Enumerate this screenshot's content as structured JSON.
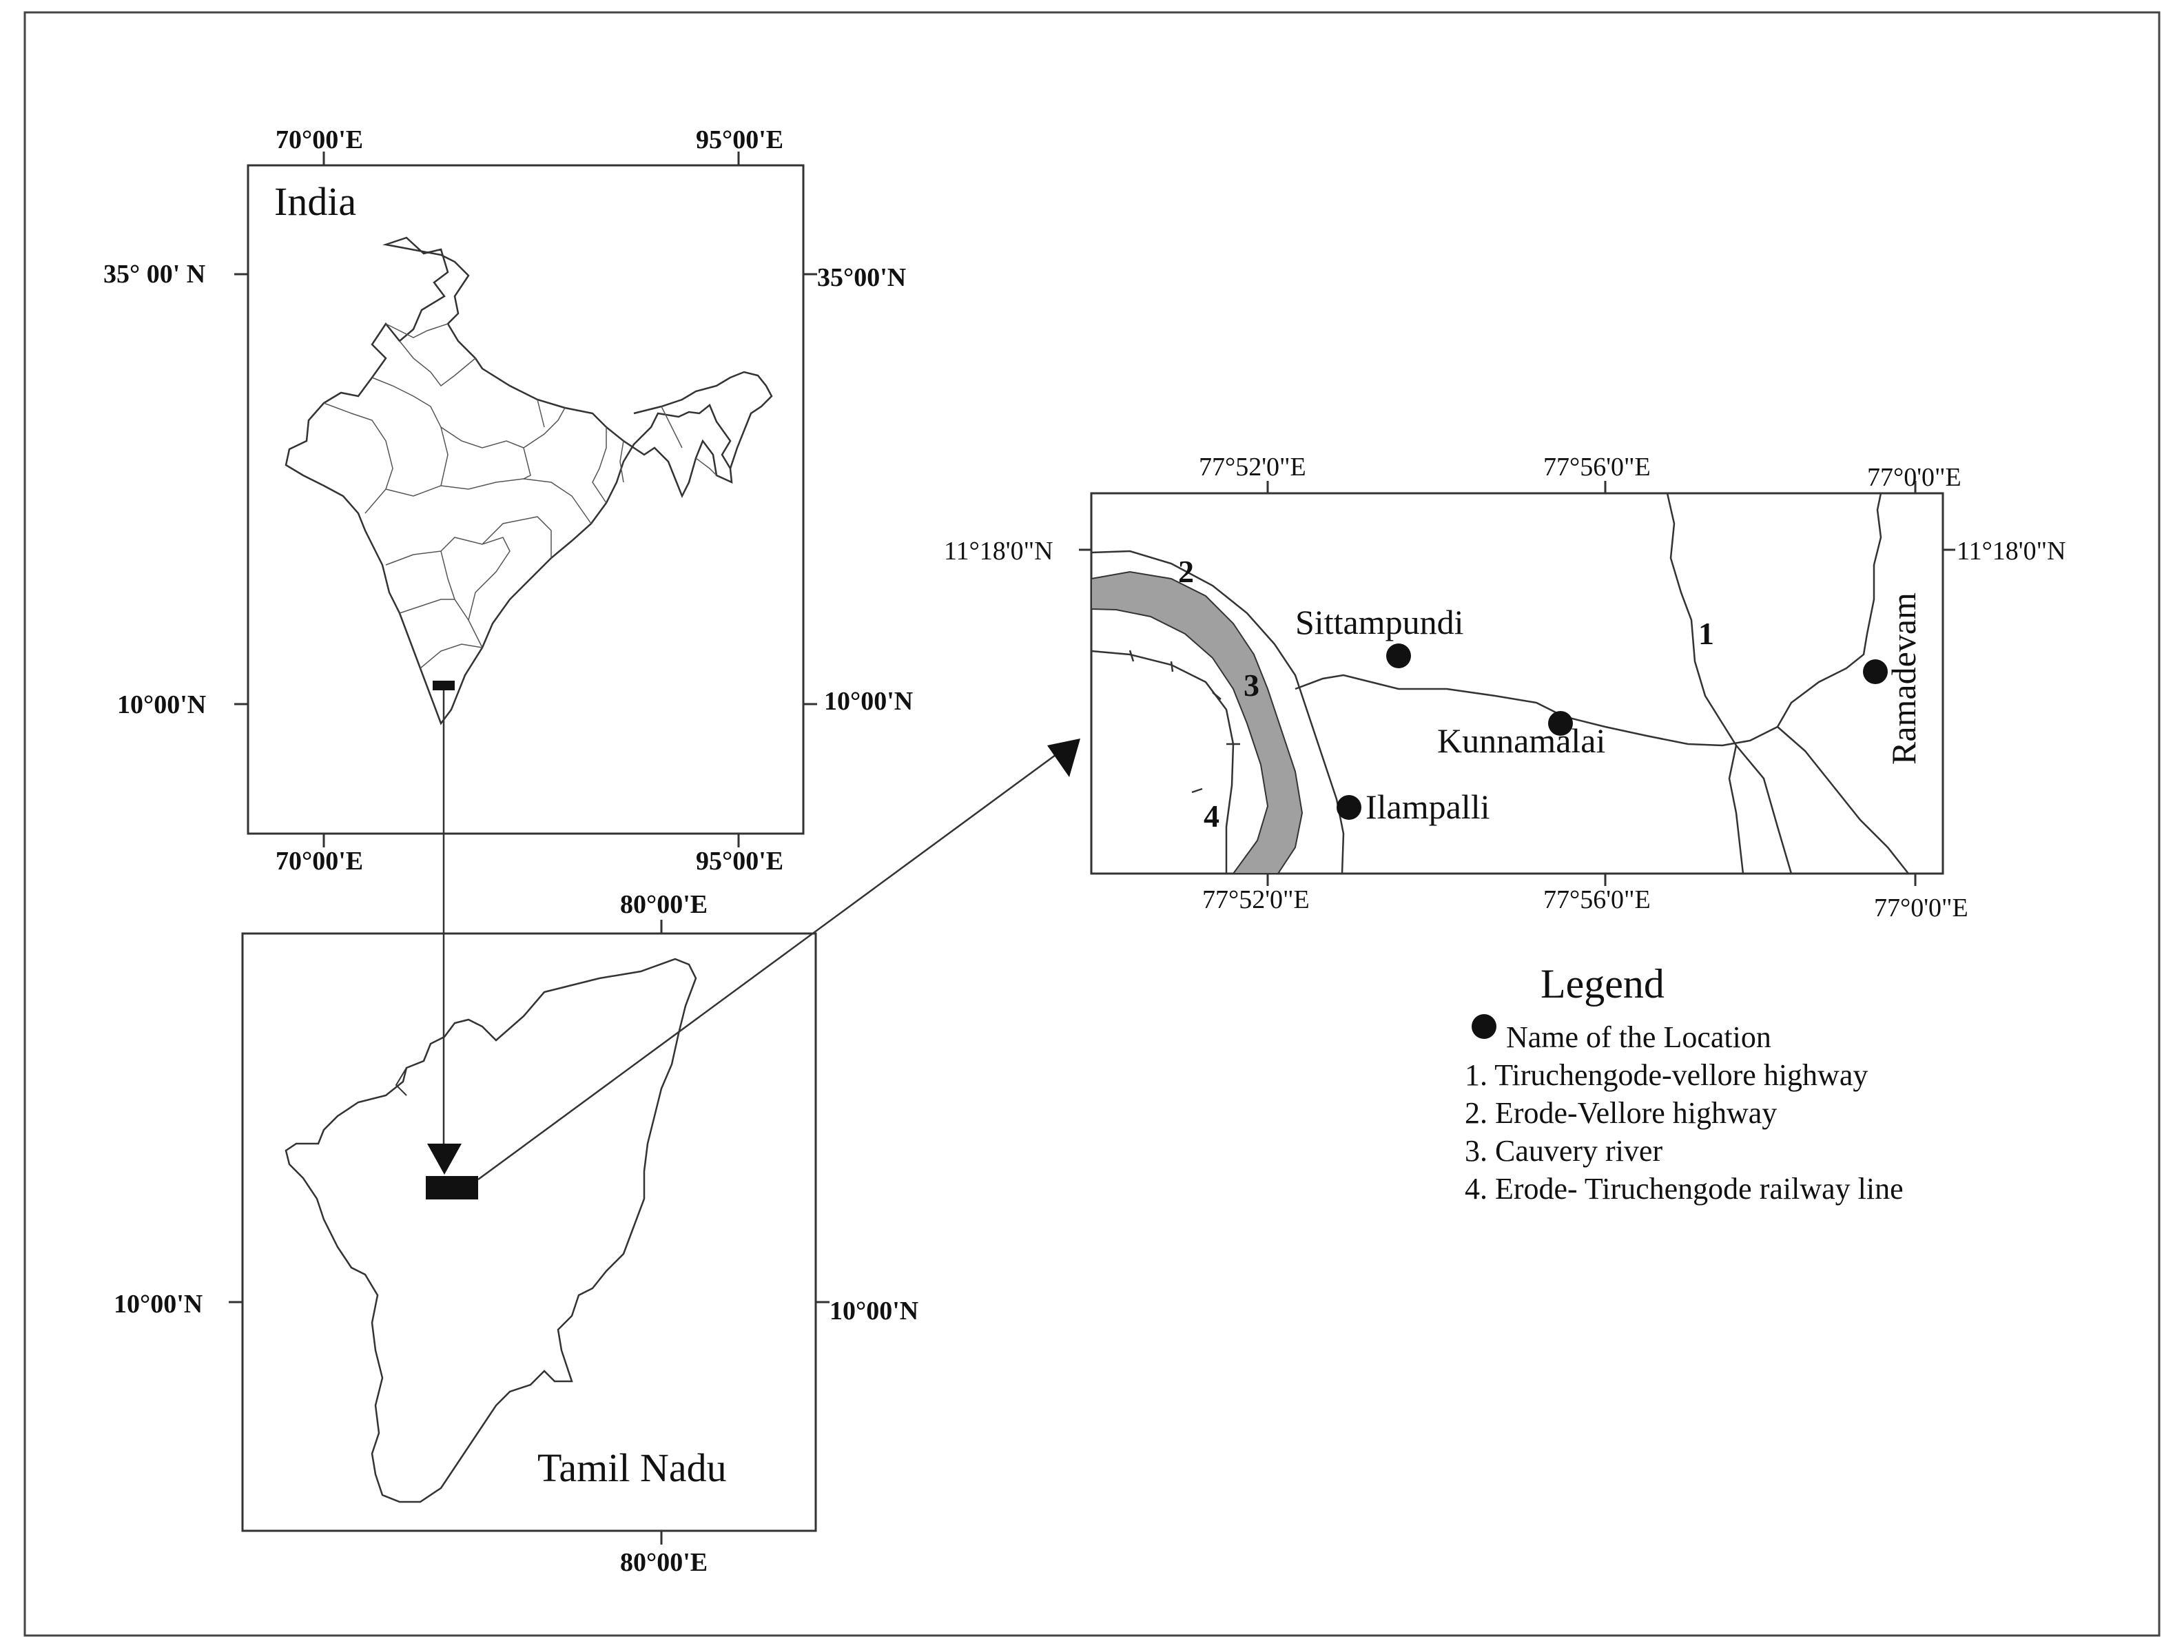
{
  "india_map": {
    "title": "India",
    "top_left_lon": "70°00'E",
    "top_right_lon": "95°00'E",
    "bottom_left_lon": "70°00'E",
    "bottom_right_lon": "95°00'E",
    "left_top_lat": "35° 00' N",
    "right_top_lat": "35°00'N",
    "left_bottom_lat": "10°00'N",
    "right_bottom_lat": "10°00'N"
  },
  "tamilnadu_map": {
    "title": "Tamil Nadu",
    "top_lon": "80°00'E",
    "bottom_lon": "80°00'E",
    "left_lat": "10°00'N",
    "right_lat": "10°00'N"
  },
  "study_area_map": {
    "top_lon_1": "77°52'0\"E",
    "top_lon_2": "77°56'0\"E",
    "top_lon_3": "77°0'0\"E",
    "bottom_lon_1": "77°52'0\"E",
    "bottom_lon_2": "77°56'0\"E",
    "bottom_lon_3": "77°0'0\"E",
    "left_lat": "11°18'0\"N",
    "right_lat": "11°18'0\"N",
    "locations": {
      "sittampundi": "Sittampundi",
      "kunnamalai": "Kunnamalai",
      "ilampalli": "Ilampalli",
      "ramadevam": "Ramadevam"
    },
    "feature_numbers": {
      "highway_1": "1",
      "highway_2": "2",
      "river_3": "3",
      "railway_4": "4"
    },
    "river_color": "#a0a0a0"
  },
  "legend": {
    "title": "Legend",
    "marker_label": "Name of the Location",
    "items": [
      "1. Tiruchengode-vellore highway",
      "2. Erode-Vellore highway",
      "3. Cauvery river",
      "4. Erode- Tiruchengode railway line"
    ]
  }
}
